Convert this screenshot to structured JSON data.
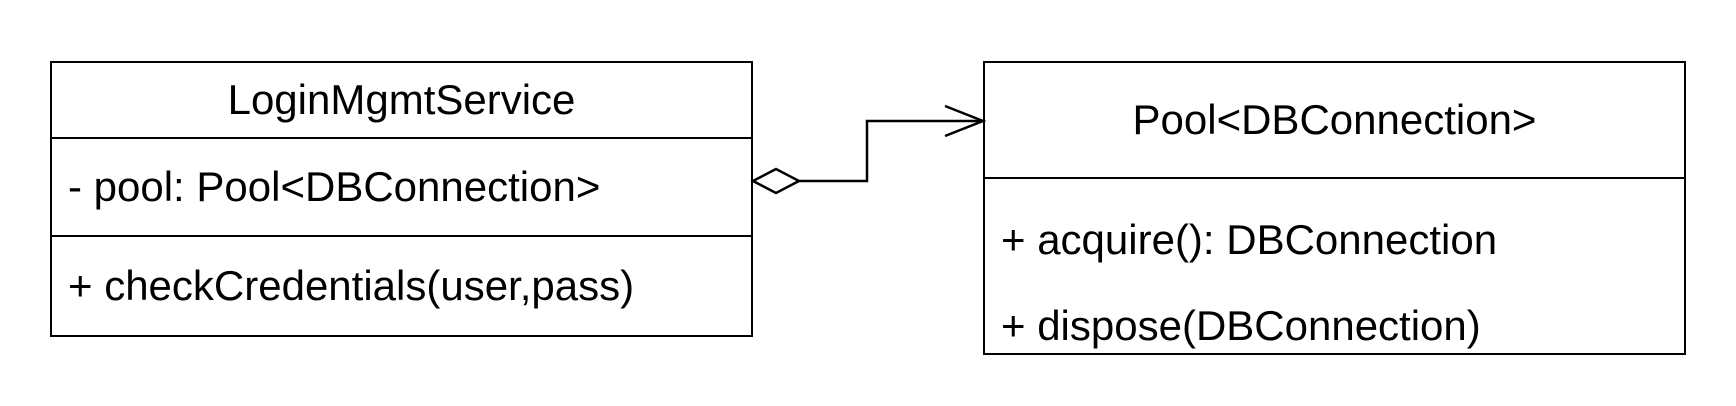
{
  "diagram": {
    "classes": {
      "login": {
        "name": "LoginMgmtService",
        "attributes": [
          "- pool: Pool<DBConnection>"
        ],
        "operations": [
          "+ checkCredentials(user,pass)"
        ]
      },
      "pool": {
        "name": "Pool<DBConnection>",
        "attributes": [],
        "operations": [
          "+ acquire(): DBConnection",
          "+ dispose(DBConnection)"
        ]
      }
    },
    "relations": [
      {
        "type": "aggregation",
        "from": "LoginMgmtService",
        "to": "Pool<DBConnection>",
        "source_end": "hollow-diamond",
        "target_end": "open-arrow"
      }
    ],
    "colors": {
      "stroke": "#000000",
      "fill": "#ffffff",
      "text": "#000000"
    }
  }
}
